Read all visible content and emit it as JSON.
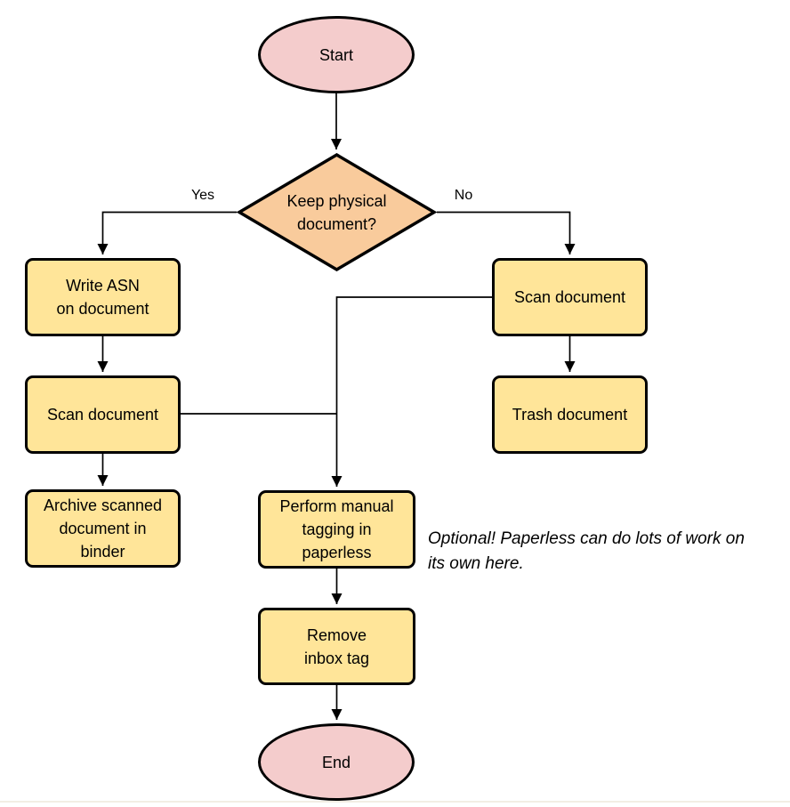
{
  "diagram": {
    "type": "flowchart",
    "colors": {
      "terminator_fill": "#f4cccc",
      "decision_fill": "#f9cb9c",
      "process_fill": "#ffe599",
      "stroke": "#000000",
      "background": "#ffffff"
    },
    "nodes": {
      "start": {
        "shape": "ellipse",
        "label": "Start"
      },
      "decision": {
        "shape": "diamond",
        "label": "Keep physical\ndocument?"
      },
      "write_asn": {
        "shape": "process",
        "label": "Write ASN\non document"
      },
      "scan_left": {
        "shape": "process",
        "label": "Scan document"
      },
      "archive": {
        "shape": "process",
        "label": "Archive scanned\ndocument in\nbinder"
      },
      "scan_right": {
        "shape": "process",
        "label": "Scan document"
      },
      "trash": {
        "shape": "process",
        "label": "Trash document"
      },
      "tagging": {
        "shape": "process",
        "label": "Perform manual\ntagging in\npaperless"
      },
      "remove_inbox": {
        "shape": "process",
        "label": "Remove\ninbox tag"
      },
      "end": {
        "shape": "ellipse",
        "label": "End"
      }
    },
    "edge_labels": {
      "yes": "Yes",
      "no": "No"
    },
    "annotation": {
      "text": "Optional! Paperless can do lots of work on\nits own here."
    }
  }
}
